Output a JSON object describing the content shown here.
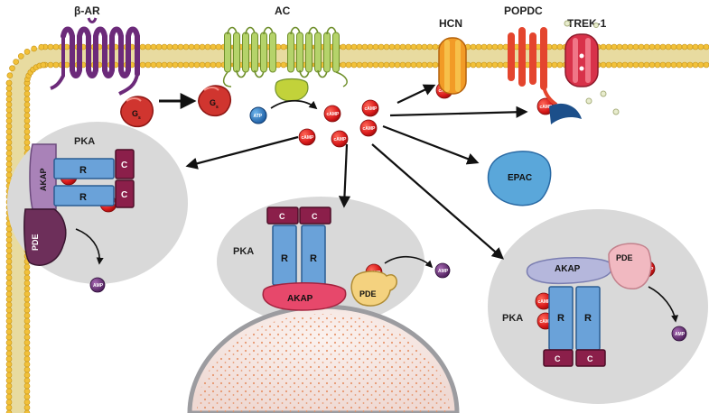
{
  "labels": {
    "beta_ar": "β-AR",
    "ac": "AC",
    "hcn": "HCN",
    "popdc": "POPDC",
    "trek1": "TREK-1",
    "gs": "G",
    "gs_sub": "s",
    "atp": "ATP",
    "camp": "cAMP",
    "amp": "AMP",
    "epac": "EPAC",
    "pka": "PKA",
    "akap": "AKAP",
    "pde": "PDE",
    "r": "R",
    "c": "C"
  },
  "colors": {
    "membrane_head": "#f2c13a",
    "membrane_tail": "#e8dba0",
    "receptor": "#6c2a7a",
    "ac_green": "#b5d36a",
    "camp_red": "#d8191a",
    "pka_r": "#6aa2d9",
    "pka_c": "#8b1f4a",
    "akap_pink": "#e7486b",
    "akap_lavender": "#b5b7dc",
    "akap_purple": "#a982b8",
    "pde_yellow": "#f4d27f",
    "pde_purple": "#6d2f5a",
    "pde_pink": "#f1b9c1",
    "epac_blue": "#5aa7da",
    "hcn_orange": "#f29b26",
    "popdc_red": "#e4452e",
    "trek_red": "#d8324a",
    "domain_gray": "#d8d8d8",
    "nucleus": "#f6e9e6"
  },
  "icons": [
    "arrow-icon",
    "camp-molecule-icon",
    "amp-molecule-icon",
    "atp-molecule-icon"
  ]
}
